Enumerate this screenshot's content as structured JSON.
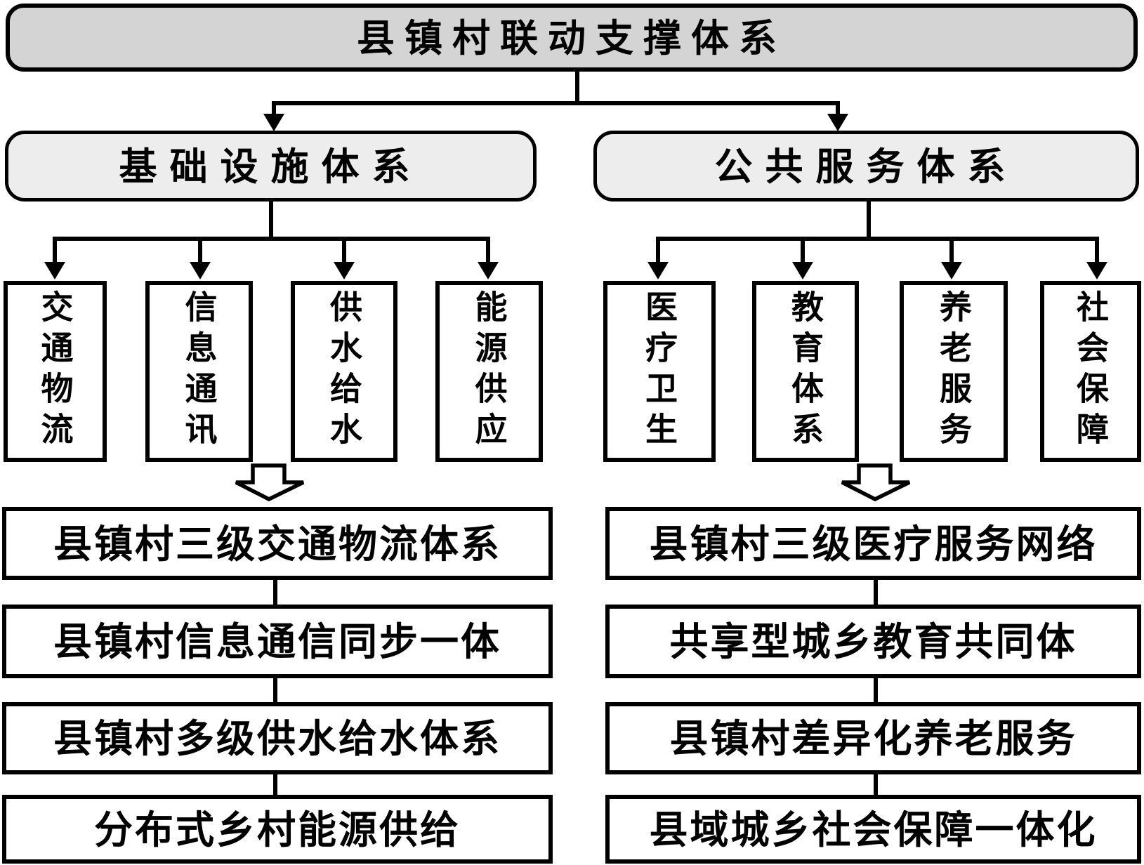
{
  "root": {
    "label": "县镇村联动支撑体系"
  },
  "branches": [
    {
      "label": "基础设施体系",
      "items": [
        "交通物流",
        "信息通讯",
        "供水给水",
        "能源供应"
      ],
      "outcomes": [
        "县镇村三级交通物流体系",
        "县镇村信息通信同步一体",
        "县镇村多级供水给水体系",
        "分布式乡村能源供给"
      ]
    },
    {
      "label": "公共服务体系",
      "items": [
        "医疗卫生",
        "教育体系",
        "养老服务",
        "社会保障"
      ],
      "outcomes": [
        "县镇村三级医疗服务网络",
        "共享型城乡教育共同体",
        "县镇村差异化养老服务",
        "县域城乡社会保障一体化"
      ]
    }
  ],
  "colors": {
    "root_fill": "#d4d4d4",
    "branch_fill": "#ededed",
    "box_fill": "#ffffff",
    "line_color": "#000000",
    "text_color": "#000000"
  }
}
